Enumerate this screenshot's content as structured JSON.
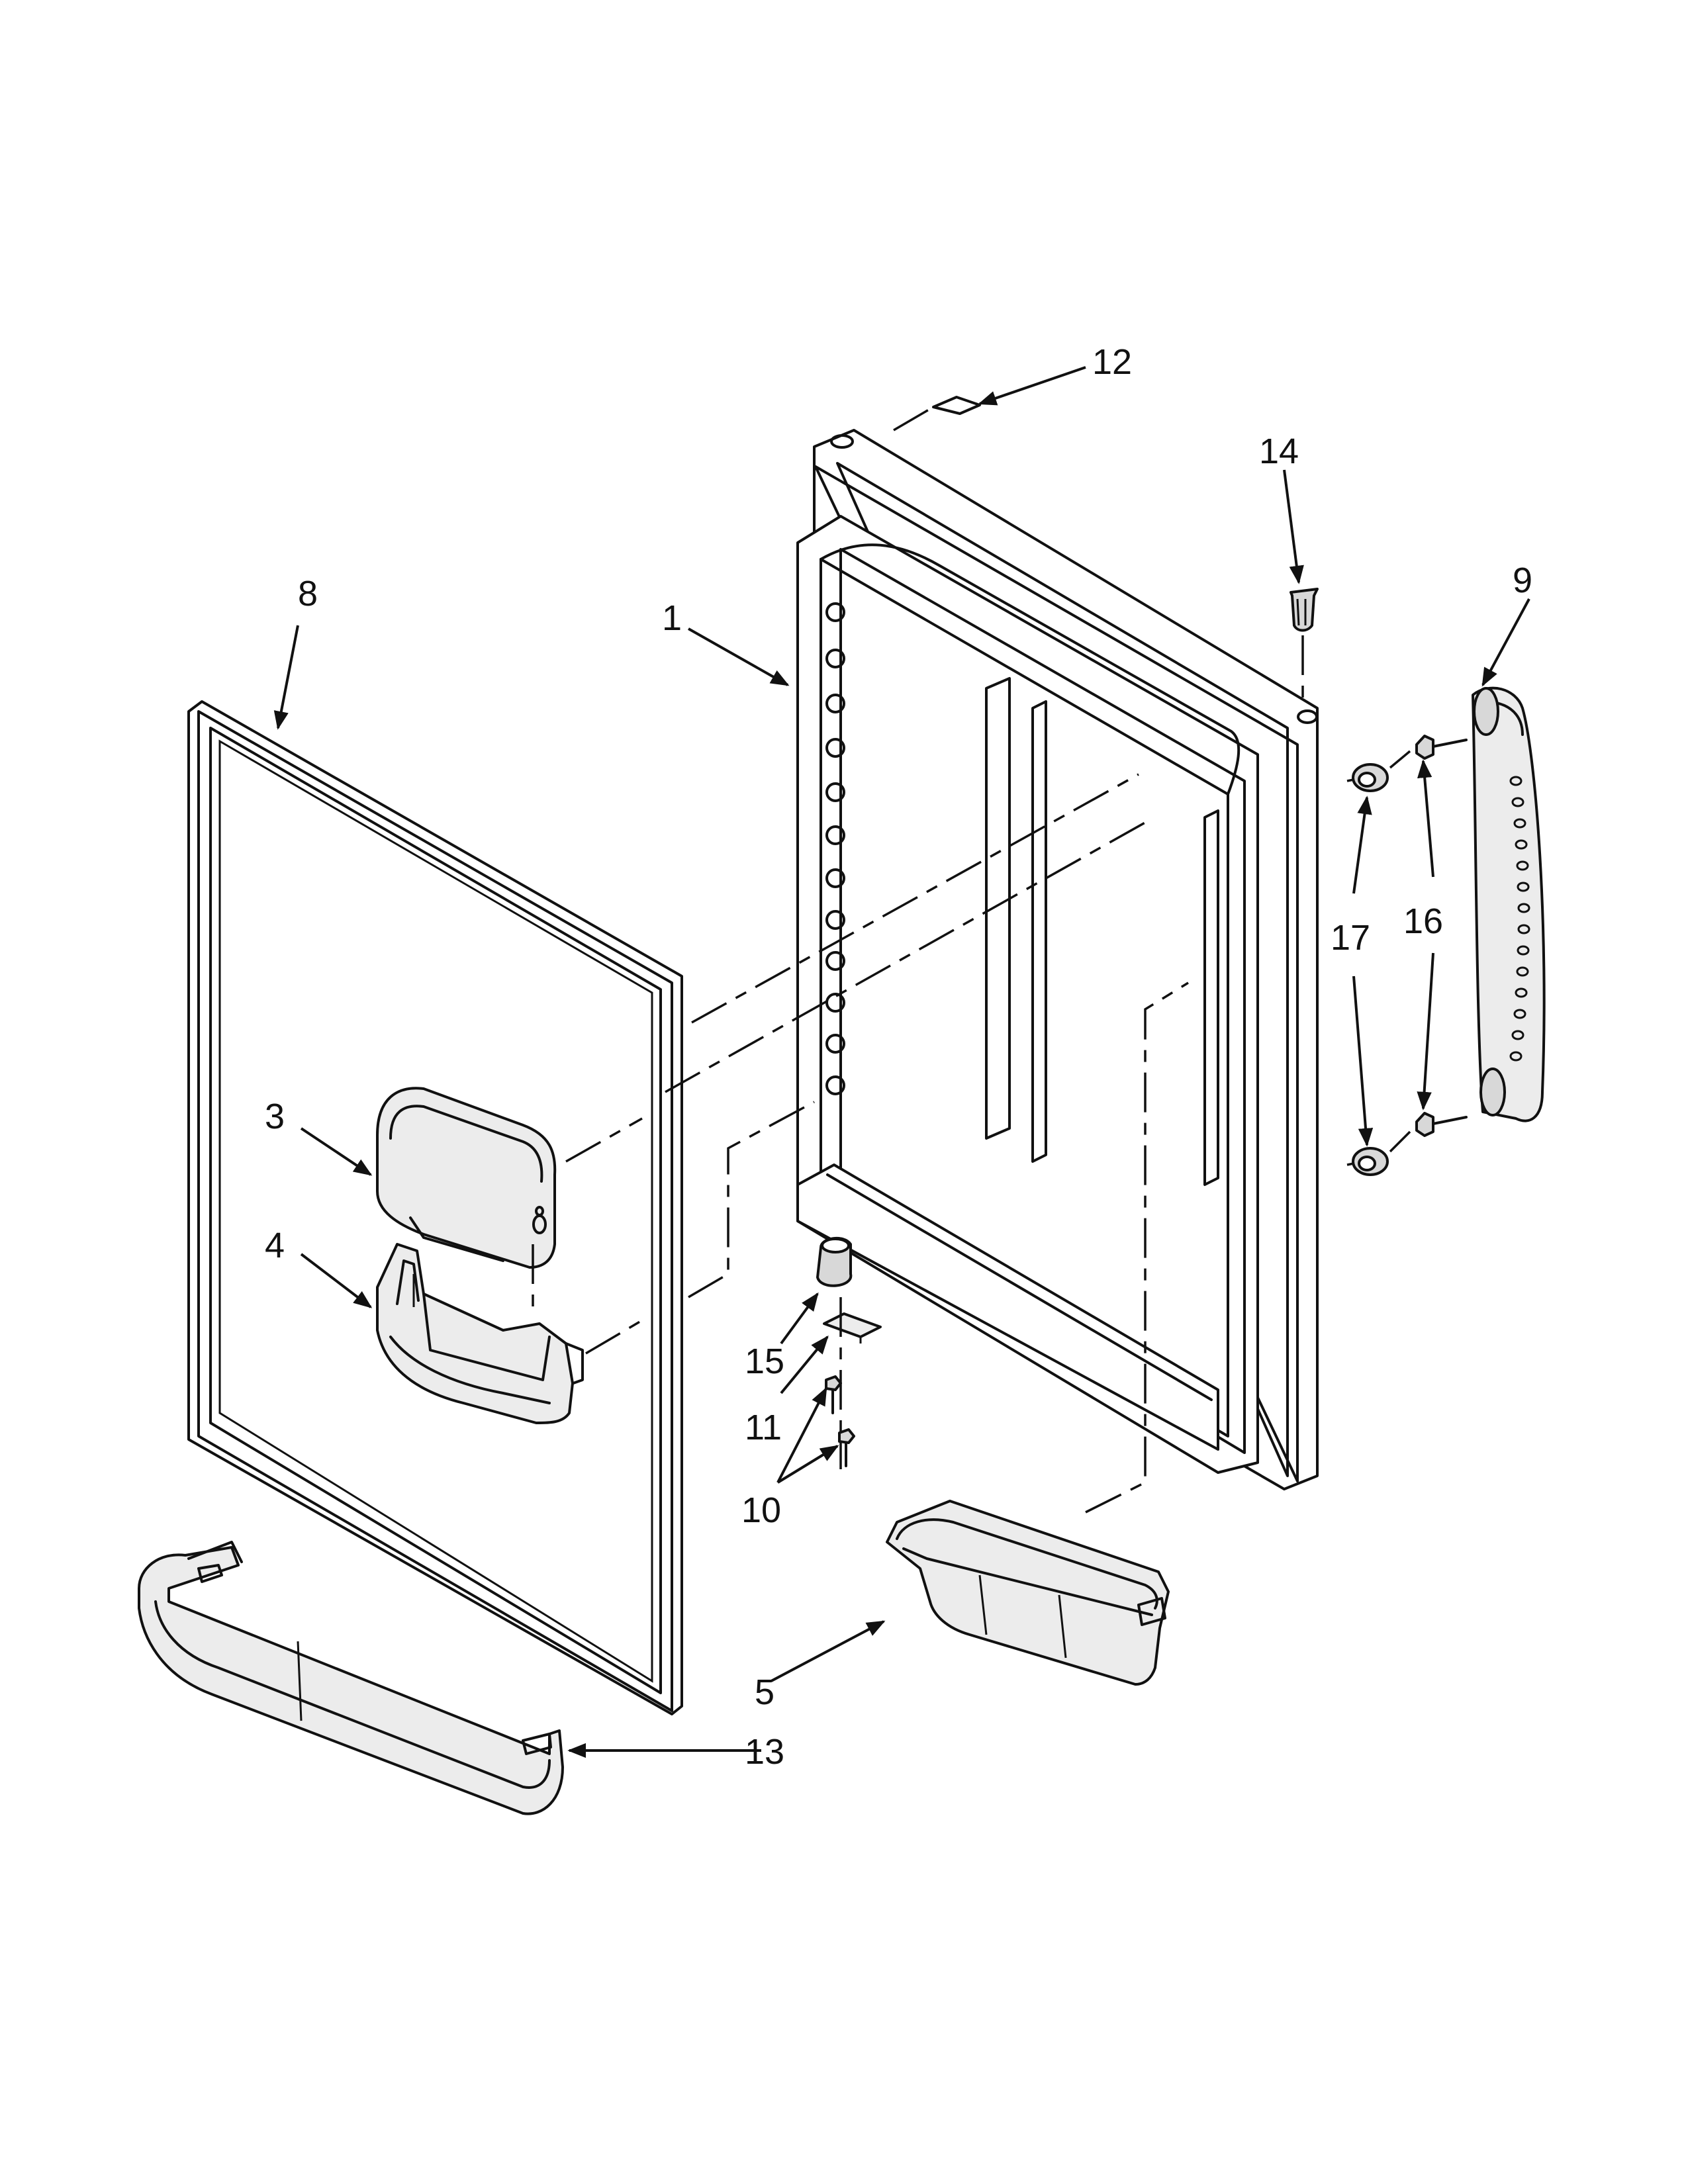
{
  "callouts": {
    "p1": "1",
    "p3": "3",
    "p4": "4",
    "p5": "5",
    "p8": "8",
    "p9": "9",
    "p10": "10",
    "p11": "11",
    "p12": "12",
    "p13": "13",
    "p14": "14",
    "p15": "15",
    "p16": "16",
    "p17": "17"
  }
}
